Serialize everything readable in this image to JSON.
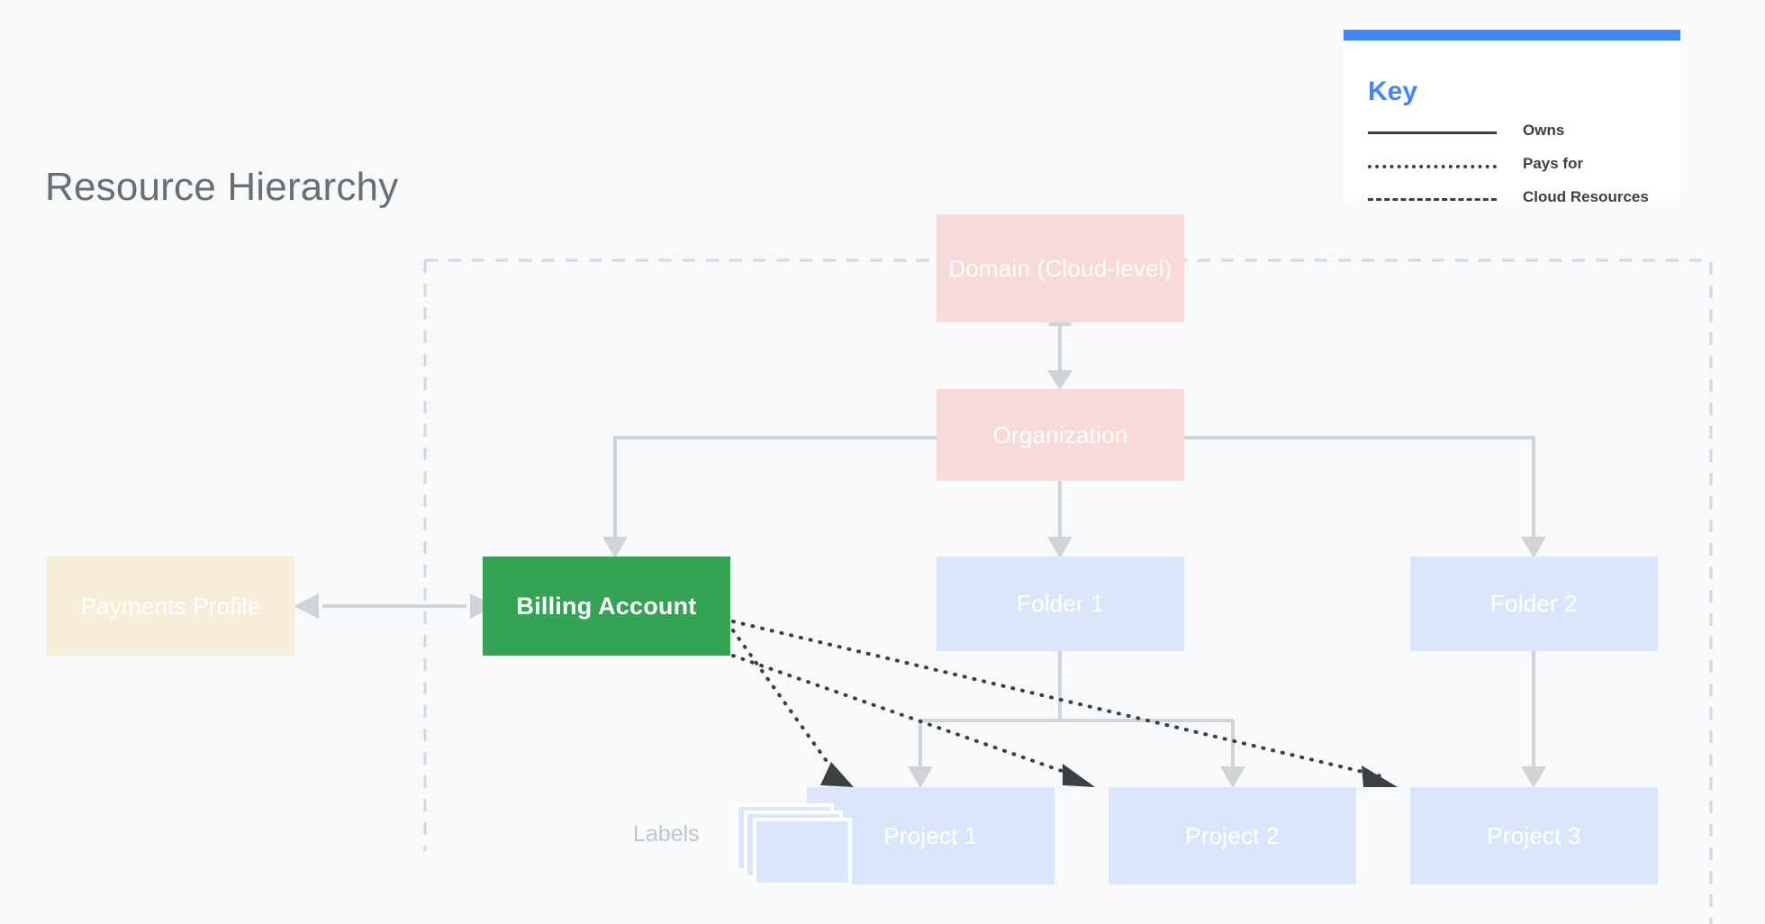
{
  "page": {
    "title": "Resource Hierarchy",
    "background_color": "#f7f9fa",
    "title_color": "#6b6f72"
  },
  "key_panel": {
    "title": "Key",
    "accent_color": "#4285f4",
    "background_color": "#ffffff",
    "rows": [
      {
        "style": "solid",
        "label": "Owns"
      },
      {
        "style": "dotted",
        "label": "Pays for"
      },
      {
        "style": "dashed",
        "label": "Cloud Resources"
      }
    ]
  },
  "diagram": {
    "type": "hierarchy",
    "boundary": {
      "name": "cloud-resources-boundary",
      "style": "dashed",
      "color": "#d5d9dc"
    },
    "nodes": [
      {
        "id": "domain",
        "label": "Domain (Cloud-level)",
        "color": "#f8dada",
        "text_color": "#ffffff"
      },
      {
        "id": "organization",
        "label": "Organization",
        "color": "#f8dada",
        "text_color": "#ffffff"
      },
      {
        "id": "payments-profile",
        "label": "Payments Profile",
        "color": "#f7eed9",
        "text_color": "#ffffff"
      },
      {
        "id": "billing-account",
        "label": "Billing Account",
        "color": "#34a353",
        "text_color": "#ffffff"
      },
      {
        "id": "folder-1",
        "label": "Folder 1",
        "color": "#dbe6fa",
        "text_color": "#ffffff"
      },
      {
        "id": "folder-2",
        "label": "Folder 2",
        "color": "#dbe6fa",
        "text_color": "#ffffff"
      },
      {
        "id": "project-1",
        "label": "Project 1",
        "color": "#dbe6fa",
        "text_color": "#ffffff"
      },
      {
        "id": "project-2",
        "label": "Project 2",
        "color": "#dbe6fa",
        "text_color": "#ffffff"
      },
      {
        "id": "project-3",
        "label": "Project 3",
        "color": "#dbe6fa",
        "text_color": "#ffffff"
      }
    ],
    "labels_caption": "Labels",
    "edges": [
      {
        "from": "domain",
        "to": "organization",
        "style": "solid",
        "arrows": "both"
      },
      {
        "from": "organization",
        "to": "billing-account",
        "style": "solid",
        "arrows": "to"
      },
      {
        "from": "organization",
        "to": "folder-1",
        "style": "solid",
        "arrows": "to"
      },
      {
        "from": "organization",
        "to": "folder-2",
        "style": "solid",
        "arrows": "to"
      },
      {
        "from": "payments-profile",
        "to": "billing-account",
        "style": "solid",
        "arrows": "both"
      },
      {
        "from": "folder-1",
        "to": "project-1",
        "style": "solid",
        "arrows": "to"
      },
      {
        "from": "folder-1",
        "to": "project-2",
        "style": "solid",
        "arrows": "to"
      },
      {
        "from": "folder-2",
        "to": "project-3",
        "style": "solid",
        "arrows": "to"
      },
      {
        "from": "billing-account",
        "to": "project-1",
        "style": "dotted",
        "arrows": "to"
      },
      {
        "from": "billing-account",
        "to": "project-2",
        "style": "dotted",
        "arrows": "to"
      },
      {
        "from": "billing-account",
        "to": "project-3",
        "style": "dotted",
        "arrows": "to"
      }
    ]
  }
}
